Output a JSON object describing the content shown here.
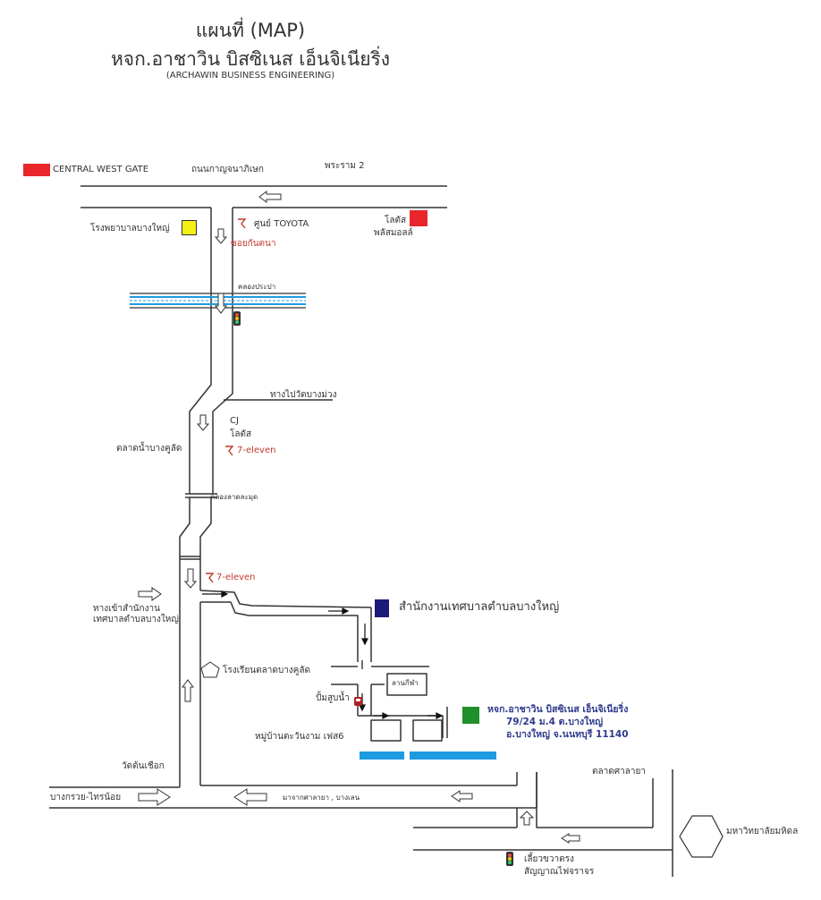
{
  "title": {
    "line1": "แผนที่ (MAP)",
    "line2": "หจก.อาชาวิน บิสซิเนส เอ็นจิเนียริ่ง",
    "line3": "(ARCHAWIN BUSINESS ENGINEERING)"
  },
  "labels": {
    "central_west_gate": "CENTRAL WEST GATE",
    "kanchanapisek_rd": "ถนนกาญจนาภิเษก",
    "rama2": "พระราม 2",
    "bangyai_hospital": "โรงพยาบาลบางใหญ่",
    "toyota": "ศูนย์ TOYOTA",
    "soi_kantana": "ซอยกันตนา",
    "lotus_plus": "โลตัส",
    "lotus_plus_mall": "พลัสมอลล์",
    "klong_prapa": "คลองประปา",
    "to_wat_bangmuang": "ทางไปวัดบางม่วง",
    "cj": "CJ",
    "lotus": "โลตัส",
    "seven_eleven_1": "7-eleven",
    "floating_market": "ตลาดน้ำบางคูลัด",
    "klong_lat": "คลองลาดละมุด",
    "seven_eleven_2": "7-eleven",
    "entrance_line1": "ทางเข้าสำนักงาน",
    "entrance_line2": "เทศบาลตำบลบางใหญ่",
    "municipal_office": "สำนักงานเทศบาลตำบลบางใหญ่",
    "school": "โรงเรียนตลาดบางคูลัด",
    "lan_kila": "ลานกีฬา",
    "gas_station": "ปั้มสูบน้ำ",
    "company_line1": "หจก.อาชาวิน บิสซิเนส เอ็นจิเนียริ่ง",
    "company_line2": "79/24 ม.4 ต.บางใหญ่",
    "company_line3": "อ.บางใหญ่ จ.นนทบุรี 11140",
    "village": "หมู่บ้านตะวันงาม เฟส6",
    "wat_tonchueak": "วัดต้นเชือก",
    "bangkruay_sainoi": "บางกรวย-ไทรน้อย",
    "from_salaya": "มาจากศาลายา , บางเลน",
    "salaya_market": "ตลาดศาลายา",
    "mahidol": "มหาวิทยาลัยมหิดล",
    "turn_line1": "เลี้ยวขวาตรง",
    "turn_line2": "สัญญาณไฟจราจร"
  },
  "colors": {
    "red": "#e8262c",
    "yellow": "#f4ef15",
    "navy": "#1a1a7a",
    "green": "#1f8f2a",
    "water": "#1e9be0",
    "road": "#333333",
    "label_red": "#c0392b",
    "label_blue": "#2e3a8c"
  },
  "icons": [
    "shop-icon",
    "traffic-light-icon",
    "arrow-icon",
    "pentagon-school-icon",
    "hexagon-university-icon",
    "gas-pump-icon"
  ]
}
